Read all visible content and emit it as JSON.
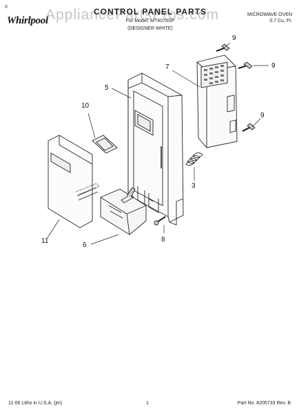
{
  "header": {
    "brand": "Whirlpool",
    "title": "CONTROL PANEL PARTS",
    "for_models": "For Model: MT4078SP",
    "color": "(DESIGNER WHITE)",
    "product_type": "MICROWAVE OVEN",
    "capacity": "0.7 Cu. Ft."
  },
  "watermark": "AppliancePartsPros.com",
  "callouts": {
    "c9a": "9",
    "c9b": "9",
    "c9c": "9",
    "c7": "7",
    "c5": "5",
    "c10": "10",
    "c3": "3",
    "c8": "8",
    "c6": "6",
    "c11": "11"
  },
  "footer": {
    "printed": "11-06 Litho in U.S.A. (jm)",
    "page": "1",
    "part_number": "Part No. 8205733 Rev. B"
  }
}
